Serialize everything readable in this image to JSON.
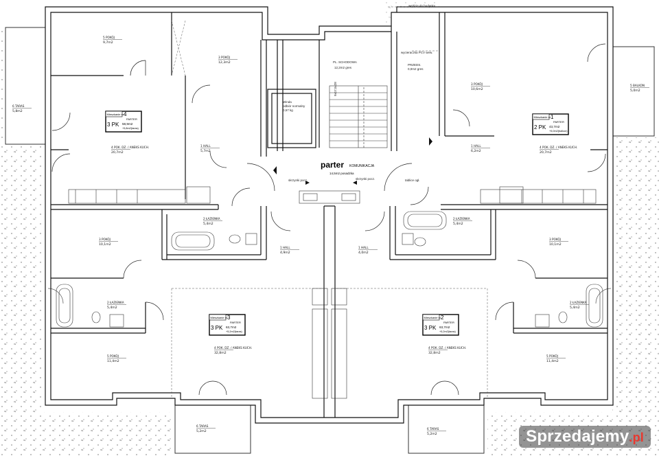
{
  "title": "parter",
  "title_sub": "KOMUNIKACJA",
  "title_area": "14,5m2 posadzka",
  "watermark": {
    "text": "Sprzedajemy",
    "suffix": ".pl"
  },
  "notes": {
    "stair_hall": "PL. SCHODOWA",
    "stair_hall_area": "12,2m2 gres",
    "elevator": "Winda\nodbiór normalny\n0,57 kg",
    "rise": "9x17,5x28",
    "entry_note": "wejście do budynku",
    "outdoor": "wycieraczka PCV wew.",
    "tech": "PRZEDS.\n0,0m2 gres",
    "box_left": "skrzynki pocz.",
    "box_mid": "skrzynki pocz.",
    "box_right": "tablice ogł."
  },
  "rooms": [
    {
      "num": "5",
      "name": "POKÓJ",
      "area": "9,7m2"
    },
    {
      "num": "3",
      "name": "POKÓJ",
      "area": "12,3m2"
    },
    {
      "num": "1",
      "name": "HALL",
      "area": "5,7m2"
    },
    {
      "num": "4",
      "name": "POK. DZ. / ANEKS KUCH.",
      "area": "20,7m2"
    },
    {
      "num": "6",
      "name": "TARAS",
      "area": "5,8m2"
    },
    {
      "num": "3",
      "name": "POKÓJ",
      "area": "10,6m2"
    },
    {
      "num": "5",
      "name": "BALKON",
      "area": "5,0m2"
    },
    {
      "num": "1",
      "name": "HALL",
      "area": "6,2m2"
    },
    {
      "num": "4",
      "name": "POK. DZ. / ANEKS KUCH.",
      "area": "20,7m2"
    },
    {
      "num": "2",
      "name": "ŁAZIENKA",
      "area": "5,4m2"
    },
    {
      "num": "3",
      "name": "POKÓJ",
      "area": "10,1m2"
    },
    {
      "num": "1",
      "name": "HALL",
      "area": "4,9m2"
    },
    {
      "num": "1",
      "name": "HALL",
      "area": "4,0m2"
    },
    {
      "num": "2",
      "name": "ŁAZIENKA",
      "area": "5,4m2"
    },
    {
      "num": "3",
      "name": "POKÓJ",
      "area": "10,1m2"
    },
    {
      "num": "2",
      "name": "ŁAZIENKA",
      "area": "5,4m2"
    },
    {
      "num": "2",
      "name": "ŁAZIENKA",
      "area": "5,4m2"
    },
    {
      "num": "5",
      "name": "POKÓJ",
      "area": "11,4m2"
    },
    {
      "num": "4",
      "name": "POK. DZ. / ANEKS KUCH.",
      "area": "32,8m2"
    },
    {
      "num": "4",
      "name": "POK. DZ. / ANEKS KUCH.",
      "area": "32,8m2"
    },
    {
      "num": "5",
      "name": "POKÓJ",
      "area": "11,4m2"
    },
    {
      "num": "6",
      "name": "TARAS",
      "area": "5,2m2"
    },
    {
      "num": "6",
      "name": "TARAS",
      "area": "5,2m2"
    }
  ],
  "apartments": [
    {
      "label": "Mieszkanie nr",
      "nr": "4",
      "type": "3 PK",
      "floor": "PARTER",
      "area": "58,9m2",
      "extra": "+5,8m2(taras)"
    },
    {
      "label": "Mieszkanie nr",
      "nr": "1",
      "type": "2 PK",
      "floor": "PARTER",
      "area": "43,7m2",
      "extra": "+5,0m2(balkon)"
    },
    {
      "label": "Mieszkanie nr",
      "nr": "3",
      "type": "3 PK",
      "floor": "PARTER",
      "area": "63,7m2",
      "extra": "+5,2m2(taras)"
    },
    {
      "label": "Mieszkanie nr",
      "nr": "2",
      "type": "3 PK",
      "floor": "PARTER",
      "area": "63,7m2",
      "extra": "+5,2m2(taras)"
    }
  ]
}
